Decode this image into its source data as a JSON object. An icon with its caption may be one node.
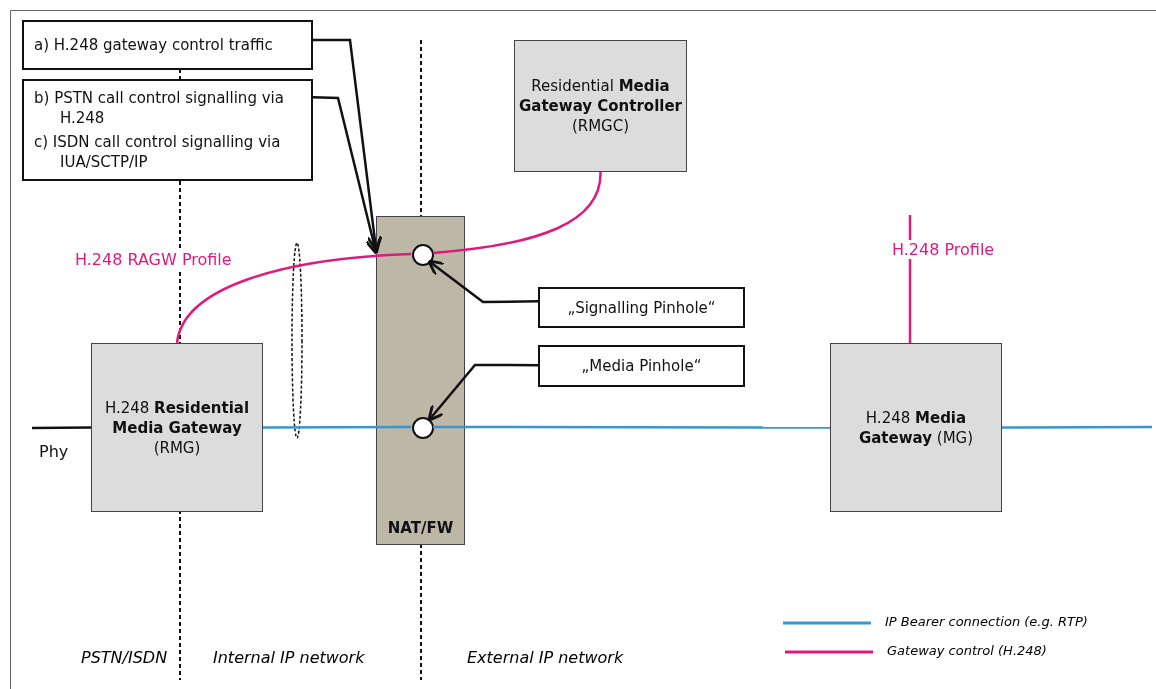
{
  "diagram": {
    "nodes": [
      {
        "text": [
          "a) H.248 gateway control traffic"
        ]
      },
      {
        "text": [
          "b) PSTN call control signalling via H.248",
          "c) ISDN call control signalling via IUA/SCTP/IP"
        ]
      },
      {
        "text": [
          "Residential **Media Gateway Controller** (RMGC)"
        ]
      },
      {
        "text": [
          "NAT/FW"
        ]
      },
      {
        "text": [],
        "shape": "circle",
        "in": 3
      },
      {
        "text": [],
        "shape": "circle",
        "in": 3
      },
      {
        "text": [
          "„Signalling Pinhole“"
        ]
      },
      {
        "text": [
          "„Media Pinhole“"
        ]
      },
      {
        "text": [
          "H.248 **Residential Media Gateway** (RMG)"
        ]
      },
      {
        "text": [
          "H.248 **Media Gateway** (MG)"
        ]
      },
      {
        "text": [],
        "shape": "ellipse"
      }
    ],
    "edges": [
      {
        "from": 0,
        "to": 3,
        "arrow": "to"
      },
      {
        "from": 1,
        "to": 3,
        "arrow": "to"
      },
      {
        "from": 6,
        "to": 4,
        "arrow": "to"
      },
      {
        "from": 7,
        "to": 5,
        "arrow": "to"
      },
      {
        "from": 8,
        "to": 4,
        "arrow": "none",
        "label": "H.248 RAGW Profile",
        "color": "#e0197d"
      },
      {
        "from": 4,
        "to": 2,
        "arrow": "none",
        "color": "#e0197d"
      },
      {
        "from": 9,
        "to": null,
        "arrow": "none",
        "label": "H.248 Profile",
        "color": "#e0197d"
      },
      {
        "from": 8,
        "to": 5,
        "arrow": "none",
        "color": "#3a96d0"
      },
      {
        "from": 5,
        "to": 9,
        "arrow": "none",
        "color": "#3a96d0"
      },
      {
        "from": 9,
        "to": null,
        "arrow": "none",
        "color": "#3a96d0"
      },
      {
        "from": null,
        "to": 8,
        "arrow": "none",
        "label": "Phy"
      }
    ],
    "labels": [
      "PSTN/ISDN",
      "Internal IP network",
      "External IP network"
    ],
    "legend": [
      {
        "text": "IP Bearer connection (e.g. RTP)"
      },
      {
        "text": "Gateway control (H.248)"
      }
    ]
  }
}
